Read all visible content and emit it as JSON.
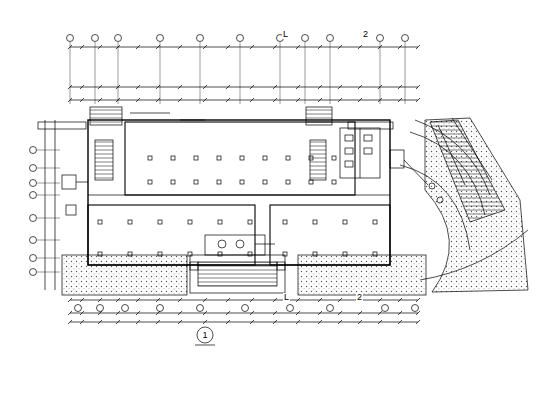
{
  "diagram": {
    "labels": [
      "L",
      "2",
      "L",
      "2",
      "1"
    ]
  }
}
